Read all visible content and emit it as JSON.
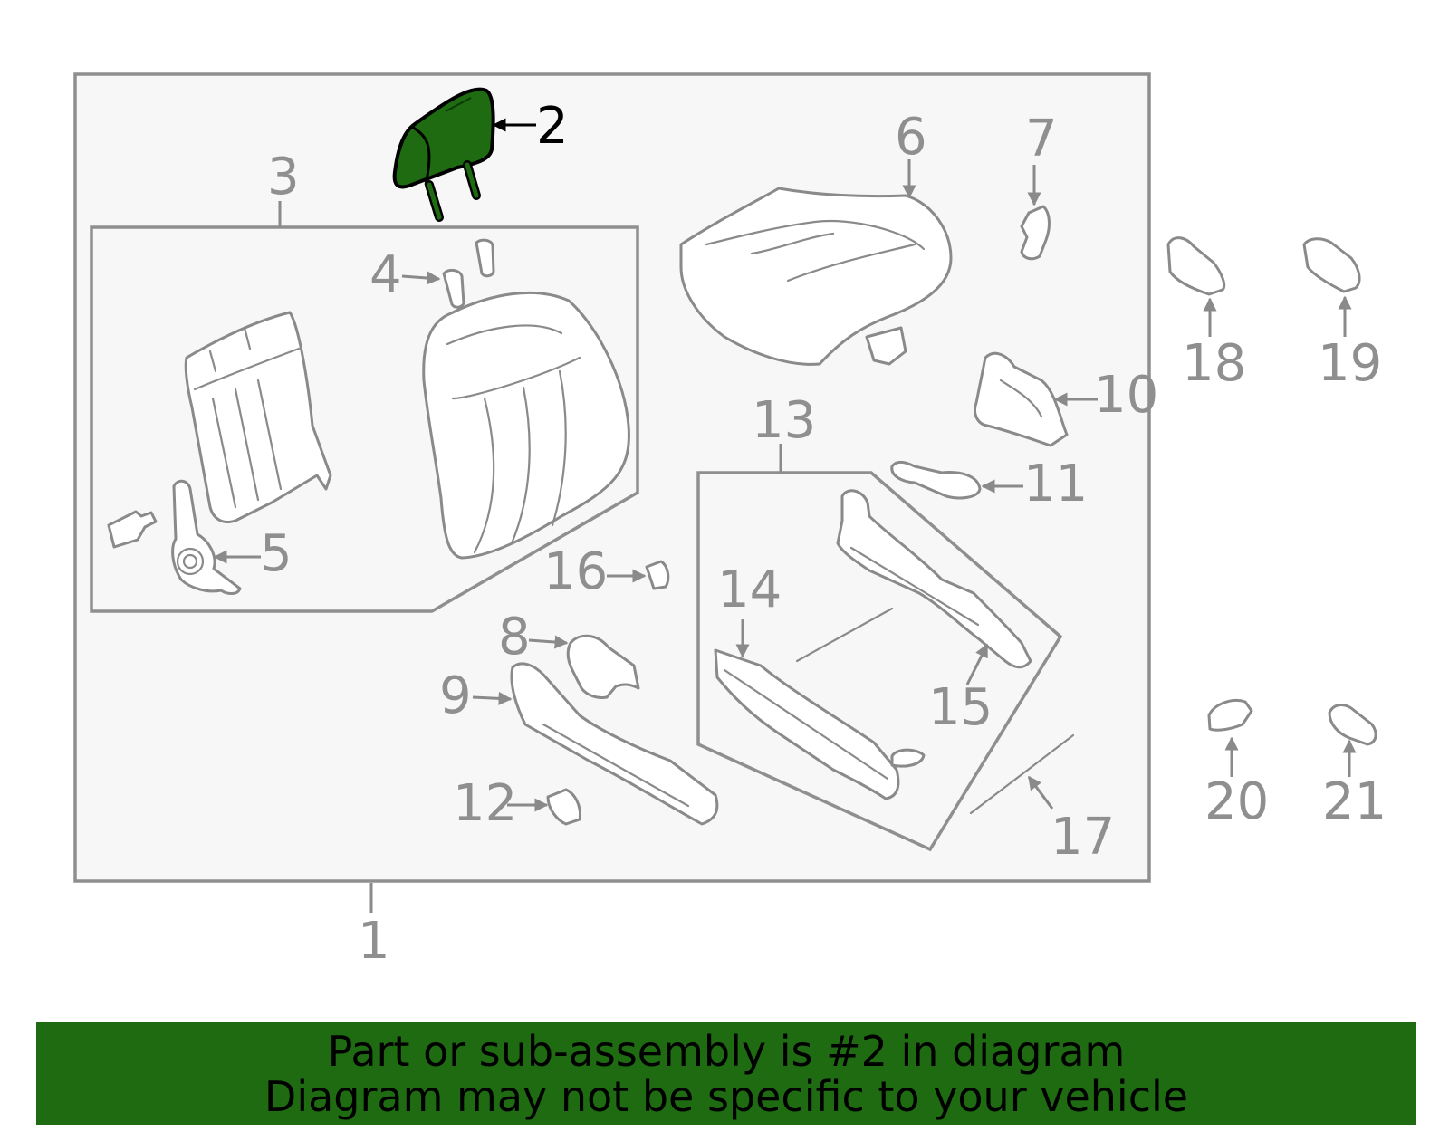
{
  "diagram": {
    "callouts": {
      "c1": "1",
      "c2": "2",
      "c3": "3",
      "c4": "4",
      "c5": "5",
      "c6": "6",
      "c7": "7",
      "c8": "8",
      "c9": "9",
      "c10": "10",
      "c11": "11",
      "c12": "12",
      "c13": "13",
      "c14": "14",
      "c15": "15",
      "c16": "16",
      "c17": "17",
      "c18": "18",
      "c19": "19",
      "c20": "20",
      "c21": "21"
    },
    "highlighted_part": "2",
    "highlight_color": "#1e6b12",
    "line_color": "#8f8f8f",
    "panel_background": "#f7f7f7"
  },
  "banner": {
    "line1": "Part or sub-assembly is #2 in diagram",
    "line2": "Diagram may not be specific to your vehicle",
    "background": "#1e6b12",
    "text_color": "#000000"
  }
}
